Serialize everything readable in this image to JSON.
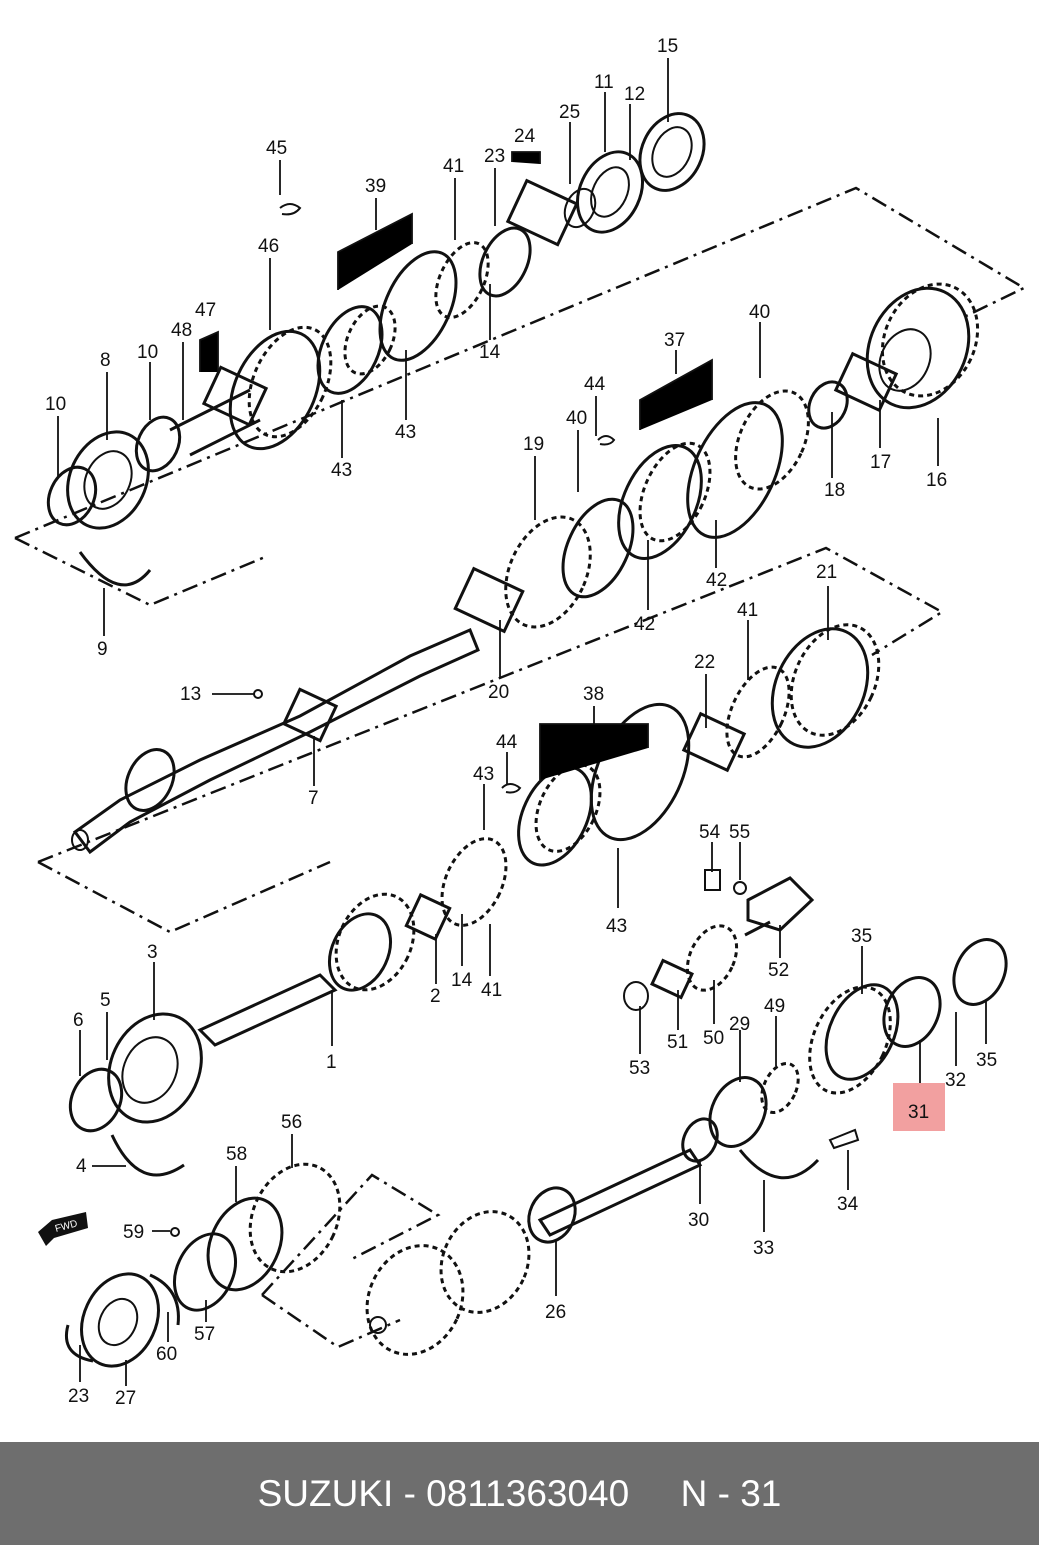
{
  "labels": {
    "l15": "15",
    "l11": "11",
    "l12": "12",
    "l25": "25",
    "l24": "24",
    "l23a": "23",
    "l41a": "41",
    "l39": "39",
    "l45": "45",
    "l46": "46",
    "l47": "47",
    "l48": "48",
    "l10a": "10",
    "l8": "8",
    "l10b": "10",
    "l9": "9",
    "l14a": "14",
    "l43a": "43",
    "l43b": "43",
    "l40a": "40",
    "l37": "37",
    "l44a": "44",
    "l40b": "40",
    "l19": "19",
    "l42a": "42",
    "l42b": "42",
    "l18": "18",
    "l17": "17",
    "l16": "16",
    "l20": "20",
    "l13": "13",
    "l7": "7",
    "l21": "21",
    "l41b": "41",
    "l22": "22",
    "l38": "38",
    "l44b": "44",
    "l43c": "43",
    "l43d": "43",
    "l54": "54",
    "l55": "55",
    "l52": "52",
    "l3": "3",
    "l5": "5",
    "l6": "6",
    "l1": "1",
    "l2": "2",
    "l14b": "14",
    "l41c": "41",
    "l35a": "35",
    "l35b": "35",
    "l53": "53",
    "l51": "51",
    "l50": "50",
    "l29": "29",
    "l49": "49",
    "l32": "32",
    "l31": "31",
    "l4": "4",
    "l56": "56",
    "l58": "58",
    "l59": "59",
    "l30": "30",
    "l34": "34",
    "l33": "33",
    "l26": "26",
    "l57": "57",
    "l60": "60",
    "l23b": "23",
    "l27": "27",
    "fwd": "FWD"
  },
  "highlight_color": "#f2a0a0",
  "footer": {
    "text": "SUZUKI - 0811363040     N - 31"
  }
}
